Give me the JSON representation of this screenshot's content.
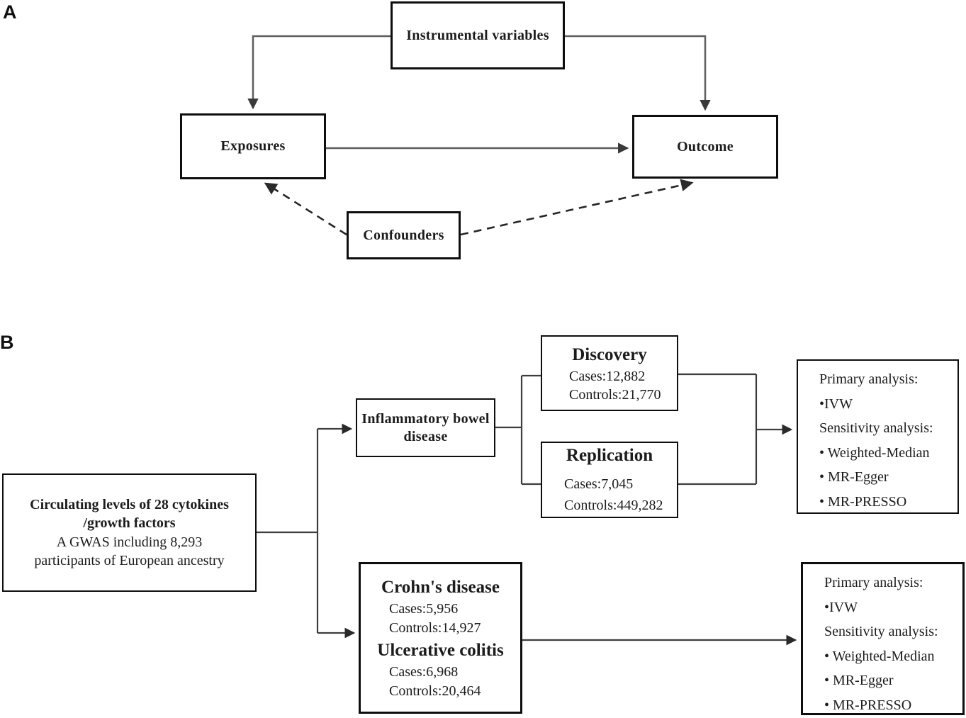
{
  "panelA": {
    "label": "A",
    "instrumental_box": "Instrumental variables",
    "exposures_box": "Exposures",
    "outcome_box": "Outcome",
    "confounders_box": "Confounders"
  },
  "panelB": {
    "label": "B",
    "exposure_gwas_box": {
      "title_line1": "Circulating levels of 28 cytokines",
      "title_line2": "/growth factors",
      "desc_line1": "A GWAS including 8,293",
      "desc_line2": "participants of European ancestry"
    },
    "ibd_box": {
      "line1": "Inflammatory bowel",
      "line2": "disease"
    },
    "discovery_box": {
      "title": "Discovery",
      "cases": "Cases:12,882",
      "controls": "Controls:21,770"
    },
    "replication_box": {
      "title": "Replication",
      "cases": "Cases:7,045",
      "controls": "Controls:449,282"
    },
    "cd_uc_box": {
      "cd_title": "Crohn's disease",
      "cd_cases": "Cases:5,956",
      "cd_controls": "Controls:14,927",
      "uc_title": "Ulcerative colitis",
      "uc_cases": "Cases:6,968",
      "uc_controls": "Controls:20,464"
    },
    "analysis_top": {
      "lines": [
        "Primary analysis:",
        "•IVW",
        "Sensitivity analysis:",
        "• Weighted-Median",
        "• MR-Egger",
        "• MR-PRESSO"
      ]
    },
    "analysis_bottom": {
      "lines": [
        "Primary analysis:",
        "•IVW",
        "Sensitivity analysis:",
        "• Weighted-Median",
        "• MR-Egger",
        "• MR-PRESSO"
      ]
    }
  },
  "colors": {
    "box_border": "#0e0e0e",
    "solid_line_gray": "#5e5e5e",
    "flow_line": "#3d3d3d",
    "dashed_line": "#262626",
    "text": "#1c1c1c"
  }
}
